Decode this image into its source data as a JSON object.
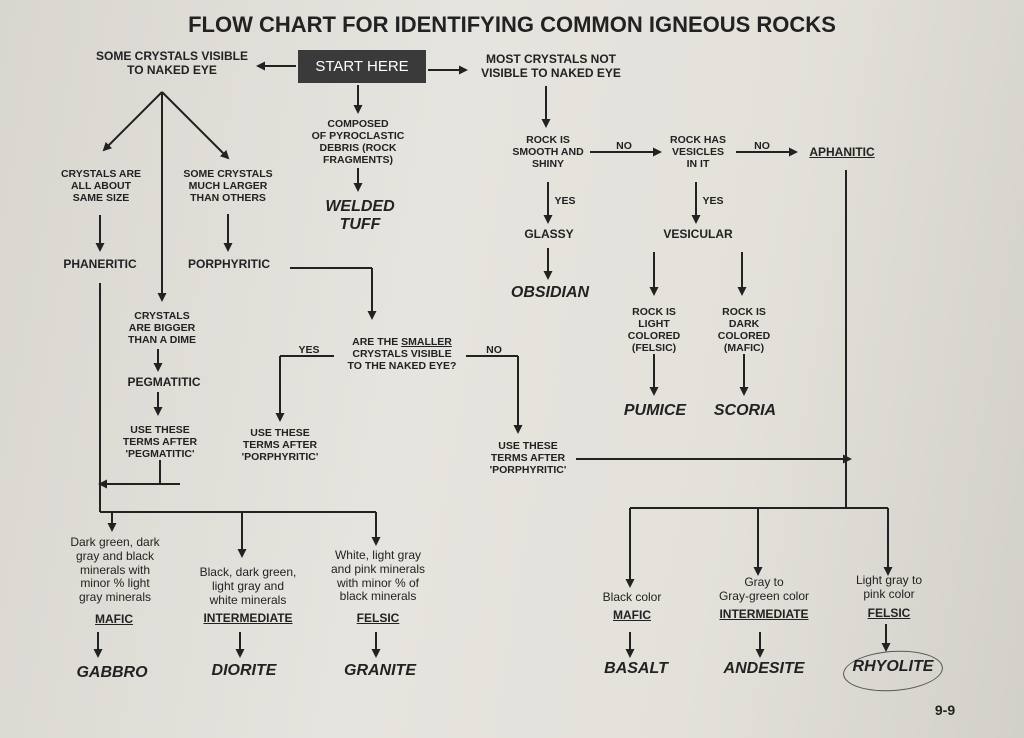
{
  "title": "FLOW CHART FOR IDENTIFYING COMMON IGNEOUS ROCKS",
  "start": "START HERE",
  "crystals_visible": "SOME CRYSTALS VISIBLE\nTO NAKED EYE",
  "crystals_not_visible": "MOST CRYSTALS NOT\nVISIBLE TO NAKED EYE",
  "same_size": "CRYSTALS ARE\nALL ABOUT\nSAME SIZE",
  "larger": "SOME CRYSTALS\nMUCH LARGER\nTHAN OTHERS",
  "pyroclastic": "COMPOSED\nOF PYROCLASTIC\nDEBRIS (ROCK\nFRAGMENTS)",
  "welded_tuff": "WELDED\nTUFF",
  "phaneritic": "PHANERITIC",
  "porphyritic": "PORPHYRITIC",
  "bigger_than_dime": "CRYSTALS\nARE BIGGER\nTHAN A DIME",
  "pegmatitic": "PEGMATITIC",
  "use_after_pegmatitic": "USE THESE\nTERMS AFTER\n'PEGMATITIC'",
  "smaller_visible_pre": "ARE THE ",
  "smaller_visible_u": "SMALLER",
  "smaller_visible_post": "\nCRYSTALS VISIBLE\nTO THE NAKED EYE?",
  "yes": "YES",
  "no": "NO",
  "use_after_porphyritic": "USE THESE\nTERMS AFTER\n'PORPHYRITIC'",
  "smooth_shiny": "ROCK IS\nSMOOTH AND\nSHINY",
  "has_vesicles": "ROCK HAS\nVESICLES\nIN IT",
  "aphanitic": "APHANITIC",
  "glassy": "GLASSY",
  "vesicular": "VESICULAR",
  "obsidian": "OBSIDIAN",
  "light_felsic": "ROCK IS\nLIGHT\nCOLORED\n(FELSIC)",
  "dark_mafic": "ROCK IS\nDARK\nCOLORED\n(MAFIC)",
  "pumice": "PUMICE",
  "scoria": "SCORIA",
  "desc_mafic_coarse": "Dark green, dark\ngray and black\nminerals with\nminor % light\ngray minerals",
  "desc_intermediate_coarse": "Black, dark green,\nlight gray and\nwhite minerals",
  "desc_felsic_coarse": "White, light gray\nand pink minerals\nwith minor % of\nblack minerals",
  "desc_black": "Black color",
  "desc_gray_green": "Gray to\nGray-green color",
  "desc_light_pink": "Light gray to\npink color",
  "mafic": "MAFIC",
  "intermediate": "INTERMEDIATE",
  "felsic": "FELSIC",
  "gabbro": "GABBRO",
  "diorite": "DIORITE",
  "granite": "GRANITE",
  "basalt": "BASALT",
  "andesite": "ANDESITE",
  "rhyolite": "RHYOLITE",
  "page_number": "9-9"
}
